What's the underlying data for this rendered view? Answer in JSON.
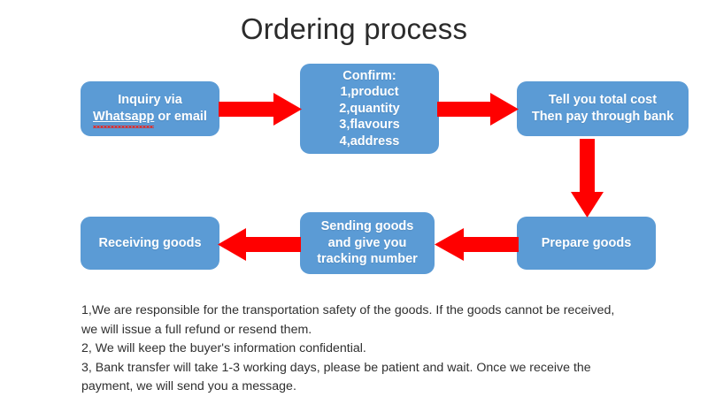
{
  "title": "Ordering process",
  "colors": {
    "node_fill": "#5B9BD5",
    "arrow_fill": "#FF0000",
    "node_text": "#FFFFFF",
    "body_text": "#2F2F2F",
    "background": "#FFFFFF",
    "spellcheck_squiggle": "#E8251F"
  },
  "flow": {
    "nodes": [
      {
        "id": "inquiry",
        "lines": [
          "Inquiry via",
          "Whatsapp or email"
        ],
        "misspelled_word": "Whatsapp"
      },
      {
        "id": "confirm",
        "lines": [
          "Confirm:",
          "1,product",
          "2,quantity",
          "3,flavours",
          "4,address"
        ]
      },
      {
        "id": "cost",
        "lines": [
          "Tell you total cost",
          "Then pay through bank"
        ]
      },
      {
        "id": "prepare",
        "lines": [
          "Prepare goods"
        ]
      },
      {
        "id": "sending",
        "lines": [
          "Sending goods",
          "and give you",
          "tracking number"
        ]
      },
      {
        "id": "receiving",
        "lines": [
          "Receiving goods"
        ]
      }
    ],
    "arrows": [
      {
        "id": "inquiry-to-confirm",
        "direction": "right"
      },
      {
        "id": "confirm-to-cost",
        "direction": "right"
      },
      {
        "id": "cost-to-prepare",
        "direction": "down"
      },
      {
        "id": "prepare-to-sending",
        "direction": "left"
      },
      {
        "id": "sending-to-receiving",
        "direction": "left"
      }
    ]
  },
  "notes": {
    "line1": "1,We are responsible for the transportation safety of the goods. If the goods cannot be received,",
    "line2": "we will issue a full refund or resend them.",
    "line3": "2, We will keep the buyer's information confidential.",
    "line4": "3, Bank transfer will take 1-3 working days, please be patient and wait. Once we receive the",
    "line5": "payment, we will send you a message."
  }
}
